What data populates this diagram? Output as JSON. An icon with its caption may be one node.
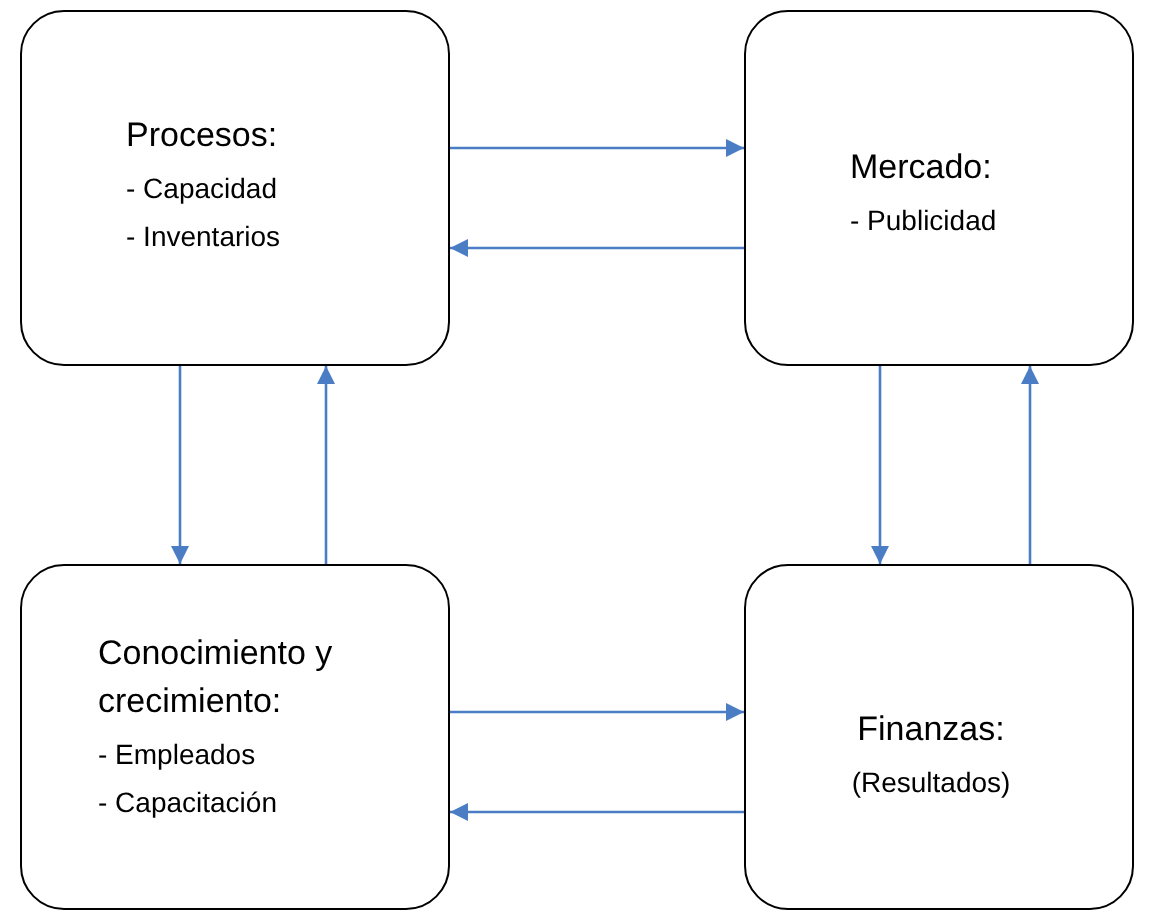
{
  "diagram": {
    "nodes": [
      {
        "text": [
          "Procesos:",
          "- Capacidad",
          "- Inventarios"
        ]
      },
      {
        "text": [
          "Mercado:",
          "- Publicidad"
        ]
      },
      {
        "text": [
          "Conocimiento y crecimiento:",
          "- Empleados",
          "- Capacitación"
        ]
      },
      {
        "text": [
          "Finanzas:",
          "(Resultados)"
        ]
      }
    ],
    "edges": [
      {
        "from": 0,
        "to": 1,
        "arrow": "to"
      },
      {
        "from": 1,
        "to": 0,
        "arrow": "to"
      },
      {
        "from": 0,
        "to": 2,
        "arrow": "to"
      },
      {
        "from": 2,
        "to": 0,
        "arrow": "to"
      },
      {
        "from": 1,
        "to": 3,
        "arrow": "to"
      },
      {
        "from": 3,
        "to": 1,
        "arrow": "to"
      },
      {
        "from": 2,
        "to": 3,
        "arrow": "to"
      },
      {
        "from": 3,
        "to": 2,
        "arrow": "to"
      }
    ]
  }
}
